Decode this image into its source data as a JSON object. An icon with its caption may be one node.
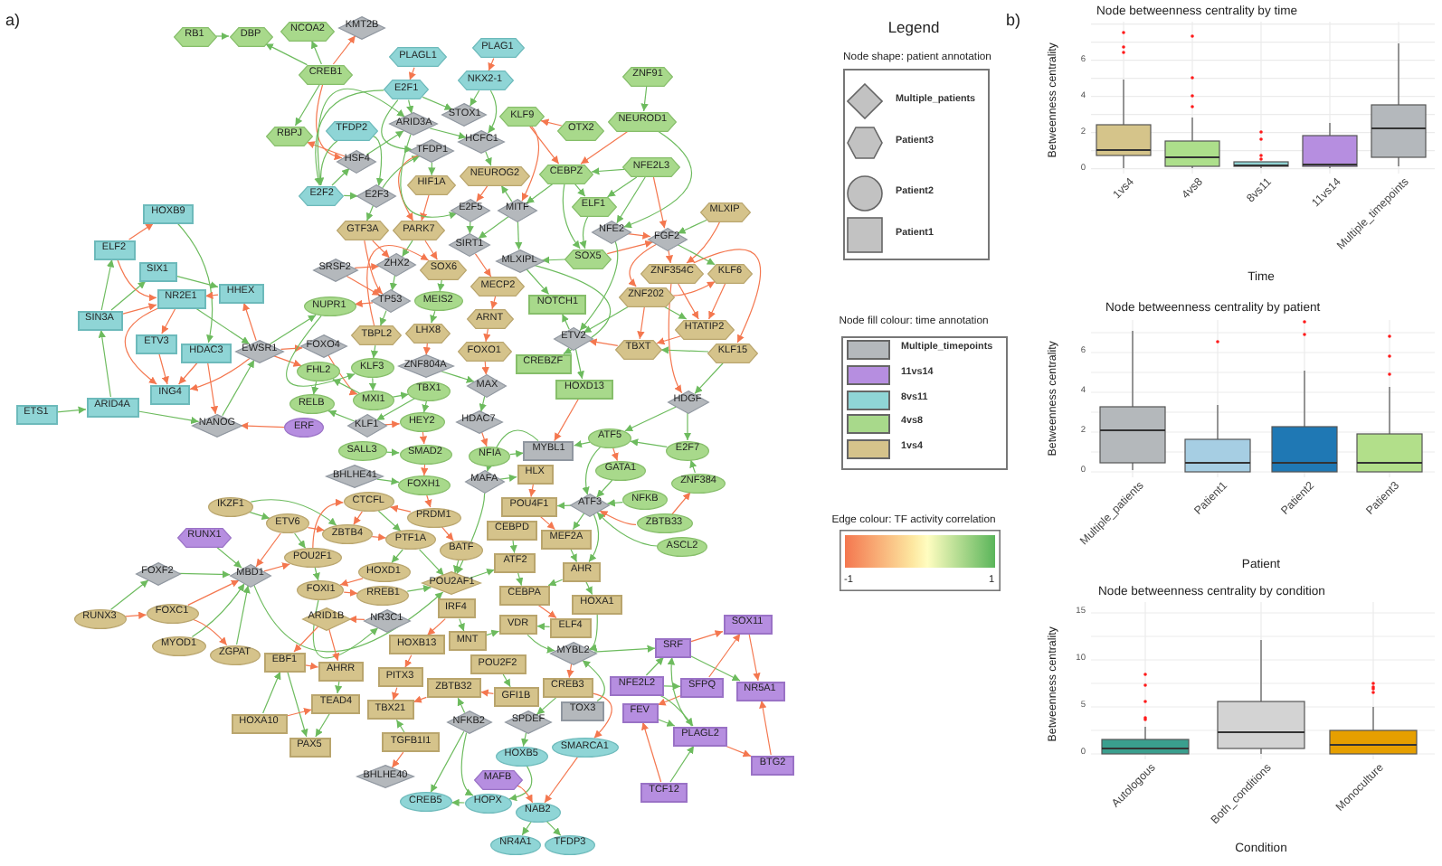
{
  "diagram": {
    "nodes": [
      {
        "text": [
          "RB1"
        ]
      },
      {
        "text": [
          "DBP"
        ]
      },
      {
        "text": [
          "NCOA2"
        ]
      },
      {
        "text": [
          "KMT2B"
        ]
      },
      {
        "text": [
          "PLAG1"
        ]
      },
      {
        "text": [
          "CREB1"
        ]
      },
      {
        "text": [
          "ZNF91"
        ]
      },
      {
        "text": [
          "PLAGL1"
        ]
      },
      {
        "text": [
          "NKX2-1"
        ]
      },
      {
        "text": [
          "NEUROD1"
        ]
      },
      {
        "text": [
          "OTX2"
        ]
      },
      {
        "text": [
          "RBPJ"
        ]
      },
      {
        "text": [
          "TFDP2"
        ]
      },
      {
        "text": [
          "E2F1"
        ]
      },
      {
        "text": [
          "KLF9"
        ]
      },
      {
        "text": [
          "STOX1"
        ]
      },
      {
        "text": [
          "HSF4"
        ]
      },
      {
        "text": [
          "NFE2L3"
        ]
      },
      {
        "text": [
          "CEBPZ"
        ]
      },
      {
        "text": [
          "ARID3A"
        ]
      },
      {
        "text": [
          "HCFC1"
        ]
      },
      {
        "text": [
          "E2F2"
        ]
      },
      {
        "text": [
          "ELF1"
        ]
      },
      {
        "text": [
          "TFDP1"
        ]
      },
      {
        "text": [
          "MLXIP"
        ]
      },
      {
        "text": [
          "HOXB9"
        ]
      },
      {
        "text": [
          "E2F3"
        ]
      },
      {
        "text": [
          "NEUROG2"
        ]
      },
      {
        "text": [
          "NFE2"
        ]
      },
      {
        "text": [
          "HIF1A"
        ]
      },
      {
        "text": [
          "FGF2"
        ]
      },
      {
        "text": [
          "GTF3A"
        ]
      },
      {
        "text": [
          "PARK7"
        ]
      },
      {
        "text": [
          "E2F5"
        ]
      },
      {
        "text": [
          "MITF"
        ]
      },
      {
        "text": [
          "ELF2"
        ]
      },
      {
        "text": [
          "SOX5"
        ]
      },
      {
        "text": [
          "SRSF2"
        ]
      },
      {
        "text": [
          "ZHX2"
        ]
      },
      {
        "text": [
          "SIRT1"
        ]
      },
      {
        "text": [
          "MLXIPL"
        ]
      },
      {
        "text": [
          "SIX1"
        ]
      },
      {
        "text": [
          "KLF6"
        ]
      },
      {
        "text": [
          "ZNF354C"
        ]
      },
      {
        "text": [
          "MECP2"
        ]
      },
      {
        "text": [
          "TP53"
        ]
      },
      {
        "text": [
          "HHEX"
        ]
      },
      {
        "text": [
          "NR2E1"
        ]
      },
      {
        "text": [
          "ZNF202"
        ]
      },
      {
        "text": [
          "NOTCH1"
        ]
      },
      {
        "text": [
          "NUPR1"
        ]
      },
      {
        "text": [
          "SOX6"
        ]
      },
      {
        "text": [
          "ARNT"
        ]
      },
      {
        "text": [
          "TBPL2"
        ]
      },
      {
        "text": [
          "SIN3A"
        ]
      },
      {
        "text": [
          "ETV2"
        ]
      },
      {
        "text": [
          "HTATIP2"
        ]
      },
      {
        "text": [
          "MEIS2"
        ]
      },
      {
        "text": [
          "KLF3"
        ]
      },
      {
        "text": [
          "FOXO1"
        ]
      },
      {
        "text": [
          "ETV3"
        ]
      },
      {
        "text": [
          "TBXT"
        ]
      },
      {
        "text": [
          "KLF15"
        ]
      },
      {
        "text": [
          "EWSR1"
        ]
      },
      {
        "text": [
          "HDAC3"
        ]
      },
      {
        "text": [
          "LHX8"
        ]
      },
      {
        "text": [
          "FOXO4"
        ]
      },
      {
        "text": [
          "CREBZF"
        ]
      },
      {
        "text": [
          "MXI1"
        ]
      },
      {
        "text": [
          "FHL2"
        ]
      },
      {
        "text": [
          "ZNF804A"
        ]
      },
      {
        "text": [
          "MAX"
        ]
      },
      {
        "text": [
          "HOXD13"
        ]
      },
      {
        "text": [
          "ING4"
        ]
      },
      {
        "text": [
          "RELB"
        ]
      },
      {
        "text": [
          "TBX1"
        ]
      },
      {
        "text": [
          "HDAC7"
        ]
      },
      {
        "text": [
          "HDGF"
        ]
      },
      {
        "text": [
          "ARID4A"
        ]
      },
      {
        "text": [
          "ETS1"
        ]
      },
      {
        "text": [
          "KLF1"
        ]
      },
      {
        "text": [
          "ERF"
        ]
      },
      {
        "text": [
          "HEY2"
        ]
      },
      {
        "text": [
          "NFIA"
        ]
      },
      {
        "text": [
          "NANOG"
        ]
      },
      {
        "text": [
          "SMAD2"
        ]
      },
      {
        "text": [
          "SALL3"
        ]
      },
      {
        "text": [
          "ATF5"
        ]
      },
      {
        "text": [
          "E2F7"
        ]
      },
      {
        "text": [
          "MYBL1"
        ]
      },
      {
        "text": [
          "BHLHE41"
        ]
      },
      {
        "text": [
          "FOXH1"
        ]
      },
      {
        "text": [
          "GATA1"
        ]
      },
      {
        "text": [
          "ZNF384"
        ]
      },
      {
        "text": [
          "PRDM1"
        ]
      },
      {
        "text": [
          "MAFA"
        ]
      },
      {
        "text": [
          "CTCFL"
        ]
      },
      {
        "text": [
          "NFKB"
        ]
      },
      {
        "text": [
          "IKZF1"
        ]
      },
      {
        "text": [
          "BATF"
        ]
      },
      {
        "text": [
          "HLX"
        ]
      },
      {
        "text": [
          "ZBTB4"
        ]
      },
      {
        "text": [
          "ZBTB33"
        ]
      },
      {
        "text": [
          "ATF3"
        ]
      },
      {
        "text": [
          "POU4F1"
        ]
      },
      {
        "text": [
          "PTF1A"
        ]
      },
      {
        "text": [
          "ETV6"
        ]
      },
      {
        "text": [
          "RUNX1"
        ]
      },
      {
        "text": [
          "ASCL2"
        ]
      },
      {
        "text": [
          "HOXD1"
        ]
      },
      {
        "text": [
          "MEF2A"
        ]
      },
      {
        "text": [
          "CEBPD"
        ]
      },
      {
        "text": [
          "POU2F1"
        ]
      },
      {
        "text": [
          "AHR"
        ]
      },
      {
        "text": [
          "FOXI1"
        ]
      },
      {
        "text": [
          "POU2AF1"
        ]
      },
      {
        "text": [
          "ATF2"
        ]
      },
      {
        "text": [
          "FOXF2"
        ]
      },
      {
        "text": [
          "MBD1"
        ]
      },
      {
        "text": [
          "RREB1"
        ]
      },
      {
        "text": [
          "NR3C1"
        ]
      },
      {
        "text": [
          "CEBPA"
        ]
      },
      {
        "text": [
          "HOXA1"
        ]
      },
      {
        "text": [
          "IRF4"
        ]
      },
      {
        "text": [
          "ELF4"
        ]
      },
      {
        "text": [
          "FOXC1"
        ]
      },
      {
        "text": [
          "RUNX3"
        ]
      },
      {
        "text": [
          "ARID1B"
        ]
      },
      {
        "text": [
          "MNT"
        ]
      },
      {
        "text": [
          "SOX11"
        ]
      },
      {
        "text": [
          "VDR"
        ]
      },
      {
        "text": [
          "HOXB13"
        ]
      },
      {
        "text": [
          "MYBL2"
        ]
      },
      {
        "text": [
          "MYOD1"
        ]
      },
      {
        "text": [
          "SRF"
        ]
      },
      {
        "text": [
          "POU2F2"
        ]
      },
      {
        "text": [
          "PITX3"
        ]
      },
      {
        "text": [
          "ZGPAT"
        ]
      },
      {
        "text": [
          "EBF1"
        ]
      },
      {
        "text": [
          "CREB3"
        ]
      },
      {
        "text": [
          "GFI1B"
        ]
      },
      {
        "text": [
          "TBX21"
        ]
      },
      {
        "text": [
          "AHRR"
        ]
      },
      {
        "text": [
          "NFE2L2"
        ]
      },
      {
        "text": [
          "ZBTB32"
        ]
      },
      {
        "text": [
          "SFPQ"
        ]
      },
      {
        "text": [
          "NR5A1"
        ]
      },
      {
        "text": [
          "SPDEF"
        ]
      },
      {
        "text": [
          "TEAD4"
        ]
      },
      {
        "text": [
          "TOX3"
        ]
      },
      {
        "text": [
          "TGFB1I1"
        ]
      },
      {
        "text": [
          "FEV"
        ]
      },
      {
        "text": [
          "NFKB2"
        ]
      },
      {
        "text": [
          "HOXA10"
        ]
      },
      {
        "text": [
          "SMARCA1"
        ]
      },
      {
        "text": [
          "HOXB5"
        ]
      },
      {
        "text": [
          "PLAGL2"
        ]
      },
      {
        "text": [
          "PAX5"
        ]
      },
      {
        "text": [
          "BHLHE40"
        ]
      },
      {
        "text": [
          "MAFB"
        ]
      },
      {
        "text": [
          "BTG2"
        ]
      },
      {
        "text": [
          "HOPX"
        ]
      },
      {
        "text": [
          "CREB5"
        ]
      },
      {
        "text": [
          "TCF12"
        ]
      },
      {
        "text": [
          "NAB2"
        ]
      },
      {
        "text": [
          "NR4A1"
        ]
      },
      {
        "text": [
          "TFDP3"
        ]
      }
    ],
    "edges": [
      {
        "from": 79,
        "to": 78,
        "arrow": "to"
      },
      {
        "from": 78,
        "to": 54,
        "arrow": "to"
      },
      {
        "from": 78,
        "to": 84,
        "arrow": "to"
      },
      {
        "from": 54,
        "to": 35,
        "arrow": "to"
      },
      {
        "from": 54,
        "to": 41,
        "arrow": "to"
      },
      {
        "from": 54,
        "to": 47,
        "arrow": "to",
        "color": "#f4774f"
      },
      {
        "from": 35,
        "to": 25,
        "arrow": "to",
        "color": "#f4774f"
      },
      {
        "from": 35,
        "to": 47,
        "arrow": "to",
        "color": "#f4774f"
      },
      {
        "from": 25,
        "to": 64,
        "arrow": "to"
      },
      {
        "from": 41,
        "to": 46,
        "arrow": "to"
      },
      {
        "from": 46,
        "to": 47,
        "arrow": "to",
        "color": "#f4774f"
      },
      {
        "from": 47,
        "to": 60,
        "arrow": "to",
        "color": "#f4774f"
      },
      {
        "from": 47,
        "to": 73,
        "arrow": "to",
        "color": "#f4774f"
      },
      {
        "from": 60,
        "to": 73,
        "arrow": "to",
        "color": "#f4774f"
      },
      {
        "from": 64,
        "to": 73,
        "arrow": "to",
        "color": "#f4774f"
      },
      {
        "from": 64,
        "to": 84,
        "arrow": "to",
        "color": "#f4774f"
      },
      {
        "from": 63,
        "to": 46,
        "arrow": "to",
        "color": "#f4774f"
      },
      {
        "from": 63,
        "to": 73,
        "arrow": "to",
        "color": "#f4774f"
      },
      {
        "from": 47,
        "to": 63,
        "arrow": "to"
      },
      {
        "from": 84,
        "to": 63,
        "arrow": "to"
      },
      {
        "from": 81,
        "to": 84,
        "arrow": "to",
        "color": "#f4774f"
      },
      {
        "from": 63,
        "to": 50,
        "arrow": "to"
      },
      {
        "from": 63,
        "to": 66,
        "arrow": "to",
        "color": "#f4774f"
      },
      {
        "from": 63,
        "to": 69,
        "arrow": "to",
        "color": "#f4774f"
      },
      {
        "from": 0,
        "to": 1,
        "arrow": "to"
      },
      {
        "from": 5,
        "to": 1,
        "arrow": "to"
      },
      {
        "from": 5,
        "to": 3,
        "arrow": "to",
        "color": "#f4774f"
      },
      {
        "from": 5,
        "to": 11,
        "arrow": "to"
      },
      {
        "from": 5,
        "to": 16,
        "arrow": "to",
        "color": "#f4774f"
      },
      {
        "from": 5,
        "to": 2,
        "arrow": "to"
      },
      {
        "from": 4,
        "to": 8,
        "arrow": "to",
        "color": "#f4774f"
      },
      {
        "from": 7,
        "to": 13,
        "arrow": "to",
        "color": "#f4774f"
      },
      {
        "from": 8,
        "to": 15,
        "arrow": "to"
      },
      {
        "from": 8,
        "to": 20,
        "arrow": "to"
      },
      {
        "from": 16,
        "to": 11,
        "arrow": "to",
        "color": "#f4774f"
      },
      {
        "from": 12,
        "to": 21,
        "arrow": "to"
      },
      {
        "from": 12,
        "to": 26,
        "arrow": "to"
      },
      {
        "from": 13,
        "to": 21,
        "arrow": "to"
      },
      {
        "from": 13,
        "to": 19,
        "arrow": "to"
      },
      {
        "from": 13,
        "to": 23,
        "arrow": "to"
      },
      {
        "from": 13,
        "to": 15,
        "arrow": "to"
      },
      {
        "from": 21,
        "to": 19,
        "arrow": "to"
      },
      {
        "from": 21,
        "to": 16,
        "arrow": "to"
      },
      {
        "from": 16,
        "to": 19,
        "arrow": "to"
      },
      {
        "from": 26,
        "to": 23,
        "arrow": "to"
      },
      {
        "from": 21,
        "to": 26,
        "arrow": "to"
      },
      {
        "from": 19,
        "to": 20,
        "arrow": "to"
      },
      {
        "from": 20,
        "to": 27,
        "arrow": "to"
      },
      {
        "from": 23,
        "to": 29,
        "arrow": "to"
      },
      {
        "from": 10,
        "to": 14,
        "arrow": "to",
        "color": "#f4774f"
      },
      {
        "from": 14,
        "to": 18,
        "arrow": "to",
        "color": "#f4774f"
      },
      {
        "from": 14,
        "to": 34,
        "arrow": "to",
        "color": "#f4774f"
      },
      {
        "from": 6,
        "to": 9,
        "arrow": "to"
      },
      {
        "from": 9,
        "to": 18,
        "arrow": "to",
        "color": "#f4774f"
      },
      {
        "from": 9,
        "to": 28,
        "arrow": "to"
      },
      {
        "from": 17,
        "to": 18,
        "arrow": "to"
      },
      {
        "from": 17,
        "to": 22,
        "arrow": "to"
      },
      {
        "from": 17,
        "to": 30,
        "arrow": "to",
        "color": "#f4774f"
      },
      {
        "from": 17,
        "to": 28,
        "arrow": "to"
      },
      {
        "from": 18,
        "to": 22,
        "arrow": "to"
      },
      {
        "from": 18,
        "to": 36,
        "arrow": "to"
      },
      {
        "from": 22,
        "to": 36,
        "arrow": "to"
      },
      {
        "from": 18,
        "to": 34,
        "arrow": "to"
      },
      {
        "from": 24,
        "to": 30,
        "arrow": "to"
      },
      {
        "from": 24,
        "to": 43,
        "arrow": "to",
        "color": "#f4774f"
      },
      {
        "from": 36,
        "to": 30,
        "arrow": "to",
        "color": "#f4774f"
      },
      {
        "from": 28,
        "to": 30,
        "arrow": "to",
        "color": "#f4774f"
      },
      {
        "from": 30,
        "to": 42,
        "arrow": "to"
      },
      {
        "from": 30,
        "to": 43,
        "arrow": "to",
        "color": "#f4774f"
      },
      {
        "from": 30,
        "to": 48,
        "arrow": "to",
        "color": "#f4774f"
      },
      {
        "from": 43,
        "to": 56,
        "arrow": "to",
        "color": "#f4774f"
      },
      {
        "from": 43,
        "to": 62,
        "arrow": "to",
        "color": "#f4774f"
      },
      {
        "from": 42,
        "to": 56,
        "arrow": "to",
        "color": "#f4774f"
      },
      {
        "from": 48,
        "to": 42,
        "arrow": "to",
        "color": "#f4774f"
      },
      {
        "from": 48,
        "to": 55,
        "arrow": "to"
      },
      {
        "from": 48,
        "to": 61,
        "arrow": "to",
        "color": "#f4774f"
      },
      {
        "from": 48,
        "to": 56,
        "arrow": "to"
      },
      {
        "from": 56,
        "to": 61,
        "arrow": "to",
        "color": "#f4774f"
      },
      {
        "from": 62,
        "to": 61,
        "arrow": "to"
      },
      {
        "from": 62,
        "to": 77,
        "arrow": "to"
      },
      {
        "from": 61,
        "to": 55,
        "arrow": "to",
        "color": "#f4774f"
      },
      {
        "from": 55,
        "to": 72,
        "arrow": "to"
      },
      {
        "from": 43,
        "to": 77,
        "arrow": "to",
        "color": "#f4774f"
      },
      {
        "from": 28,
        "to": 55,
        "arrow": "to"
      },
      {
        "from": 36,
        "to": 40,
        "arrow": "to"
      },
      {
        "from": 77,
        "to": 87,
        "arrow": "to"
      },
      {
        "from": 77,
        "to": 88,
        "arrow": "to"
      },
      {
        "from": 72,
        "to": 89,
        "arrow": "to",
        "color": "#f4774f"
      },
      {
        "from": 55,
        "to": 49,
        "arrow": "to"
      },
      {
        "from": 34,
        "to": 40,
        "arrow": "to"
      },
      {
        "from": 34,
        "to": 39,
        "arrow": "to"
      },
      {
        "from": 34,
        "to": 27,
        "arrow": "to"
      },
      {
        "from": 27,
        "to": 33,
        "arrow": "to",
        "color": "#f4774f"
      },
      {
        "from": 29,
        "to": 32,
        "arrow": "to",
        "color": "#f4774f"
      },
      {
        "from": 31,
        "to": 38,
        "arrow": "to",
        "color": "#f4774f"
      },
      {
        "from": 32,
        "to": 38,
        "arrow": "to"
      },
      {
        "from": 32,
        "to": 51,
        "arrow": "to",
        "color": "#f4774f"
      },
      {
        "from": 33,
        "to": 39,
        "arrow": "to"
      },
      {
        "from": 37,
        "to": 38,
        "arrow": "to",
        "color": "#f4774f"
      },
      {
        "from": 37,
        "to": 45,
        "arrow": "to",
        "color": "#f4774f"
      },
      {
        "from": 38,
        "to": 45,
        "arrow": "to"
      },
      {
        "from": 39,
        "to": 44,
        "arrow": "to",
        "color": "#f4774f"
      },
      {
        "from": 45,
        "to": 53,
        "arrow": "to"
      },
      {
        "from": 45,
        "to": 50,
        "arrow": "to",
        "color": "#f4774f"
      },
      {
        "from": 44,
        "to": 52,
        "arrow": "to",
        "color": "#f4774f"
      },
      {
        "from": 51,
        "to": 57,
        "arrow": "to"
      },
      {
        "from": 52,
        "to": 59,
        "arrow": "to",
        "color": "#f4774f"
      },
      {
        "from": 53,
        "to": 58,
        "arrow": "to"
      },
      {
        "from": 57,
        "to": 65,
        "arrow": "to"
      },
      {
        "from": 58,
        "to": 68,
        "arrow": "to"
      },
      {
        "from": 59,
        "to": 71,
        "arrow": "to",
        "color": "#f4774f"
      },
      {
        "from": 65,
        "to": 70,
        "arrow": "to",
        "color": "#f4774f"
      },
      {
        "from": 66,
        "to": 68,
        "arrow": "to",
        "color": "#f4774f"
      },
      {
        "from": 68,
        "to": 69,
        "arrow": "to"
      },
      {
        "from": 68,
        "to": 75,
        "arrow": "to"
      },
      {
        "from": 70,
        "to": 71,
        "arrow": "to"
      },
      {
        "from": 71,
        "to": 76,
        "arrow": "to"
      },
      {
        "from": 69,
        "to": 74,
        "arrow": "to"
      },
      {
        "from": 75,
        "to": 82,
        "arrow": "to"
      },
      {
        "from": 76,
        "to": 83,
        "arrow": "to",
        "color": "#f4774f"
      },
      {
        "from": 80,
        "to": 74,
        "arrow": "to"
      },
      {
        "from": 80,
        "to": 82,
        "arrow": "to",
        "color": "#f4774f"
      },
      {
        "from": 82,
        "to": 85,
        "arrow": "to",
        "color": "#f4774f"
      },
      {
        "from": 86,
        "to": 85,
        "arrow": "to"
      },
      {
        "from": 75,
        "to": 80,
        "arrow": "to"
      },
      {
        "from": 40,
        "to": 67,
        "arrow": "to"
      },
      {
        "from": 50,
        "to": 58,
        "arrow": "to"
      },
      {
        "from": 53,
        "to": 51,
        "arrow": "to",
        "color": "#f4774f"
      },
      {
        "from": 31,
        "to": 45,
        "arrow": "to",
        "color": "#f4774f"
      },
      {
        "from": 26,
        "to": 31,
        "arrow": "to"
      },
      {
        "from": 23,
        "to": 32,
        "arrow": "to",
        "color": "#f4774f"
      },
      {
        "from": 19,
        "to": 33,
        "arrow": "to"
      },
      {
        "from": 40,
        "to": 49,
        "arrow": "to"
      },
      {
        "from": 85,
        "to": 91,
        "arrow": "to",
        "color": "#f4774f"
      },
      {
        "from": 90,
        "to": 91,
        "arrow": "to"
      },
      {
        "from": 91,
        "to": 94,
        "arrow": "to",
        "color": "#f4774f"
      },
      {
        "from": 94,
        "to": 96,
        "arrow": "to",
        "color": "#f4774f"
      },
      {
        "from": 94,
        "to": 99,
        "arrow": "to",
        "color": "#f4774f"
      },
      {
        "from": 95,
        "to": 100,
        "arrow": "to"
      },
      {
        "from": 95,
        "to": 115,
        "arrow": "to"
      },
      {
        "from": 96,
        "to": 101,
        "arrow": "to",
        "color": "#f4774f"
      },
      {
        "from": 96,
        "to": 105,
        "arrow": "to"
      },
      {
        "from": 98,
        "to": 106,
        "arrow": "to"
      },
      {
        "from": 98,
        "to": 101,
        "arrow": "to"
      },
      {
        "from": 106,
        "to": 101,
        "arrow": "to",
        "color": "#f4774f"
      },
      {
        "from": 106,
        "to": 112,
        "arrow": "to"
      },
      {
        "from": 106,
        "to": 118,
        "arrow": "to",
        "color": "#f4774f"
      },
      {
        "from": 101,
        "to": 105,
        "arrow": "to",
        "color": "#f4774f"
      },
      {
        "from": 105,
        "to": 109,
        "arrow": "to"
      },
      {
        "from": 105,
        "to": 115,
        "arrow": "to"
      },
      {
        "from": 109,
        "to": 114,
        "arrow": "to",
        "color": "#f4774f"
      },
      {
        "from": 112,
        "to": 96,
        "arrow": "to",
        "color": "#f4774f"
      },
      {
        "from": 112,
        "to": 114,
        "arrow": "to"
      },
      {
        "from": 114,
        "to": 119,
        "arrow": "to",
        "color": "#f4774f"
      },
      {
        "from": 119,
        "to": 115,
        "arrow": "to"
      },
      {
        "from": 118,
        "to": 112,
        "arrow": "to",
        "color": "#f4774f"
      },
      {
        "from": 118,
        "to": 115,
        "arrow": "to"
      },
      {
        "from": 114,
        "to": 120,
        "arrow": "to"
      },
      {
        "from": 120,
        "to": 127,
        "arrow": "to",
        "color": "#f4774f"
      },
      {
        "from": 115,
        "to": 116,
        "arrow": "to"
      },
      {
        "from": 99,
        "to": 115,
        "arrow": "to"
      },
      {
        "from": 100,
        "to": 104,
        "arrow": "to",
        "color": "#f4774f"
      },
      {
        "from": 104,
        "to": 110,
        "arrow": "to",
        "color": "#f4774f"
      },
      {
        "from": 111,
        "to": 116,
        "arrow": "to"
      },
      {
        "from": 116,
        "to": 121,
        "arrow": "to"
      },
      {
        "from": 110,
        "to": 113,
        "arrow": "to"
      },
      {
        "from": 103,
        "to": 113,
        "arrow": "to"
      },
      {
        "from": 103,
        "to": 110,
        "arrow": "to"
      },
      {
        "from": 103,
        "to": 104,
        "arrow": "to"
      },
      {
        "from": 87,
        "to": 103,
        "arrow": "to"
      },
      {
        "from": 87,
        "to": 92,
        "arrow": "to",
        "color": "#f4774f"
      },
      {
        "from": 88,
        "to": 87,
        "arrow": "to"
      },
      {
        "from": 92,
        "to": 103,
        "arrow": "to"
      },
      {
        "from": 97,
        "to": 103,
        "arrow": "to"
      },
      {
        "from": 102,
        "to": 103,
        "arrow": "to",
        "color": "#f4774f"
      },
      {
        "from": 102,
        "to": 93,
        "arrow": "to",
        "color": "#f4774f"
      },
      {
        "from": 108,
        "to": 103,
        "arrow": "to"
      },
      {
        "from": 93,
        "to": 88,
        "arrow": "to"
      },
      {
        "from": 113,
        "to": 122,
        "arrow": "to"
      },
      {
        "from": 121,
        "to": 124,
        "arrow": "to",
        "color": "#f4774f"
      },
      {
        "from": 113,
        "to": 121,
        "arrow": "to"
      },
      {
        "from": 123,
        "to": 128,
        "arrow": "to"
      },
      {
        "from": 123,
        "to": 131,
        "arrow": "to",
        "color": "#f4774f"
      },
      {
        "from": 128,
        "to": 130,
        "arrow": "to"
      },
      {
        "from": 124,
        "to": 130,
        "arrow": "to"
      },
      {
        "from": 130,
        "to": 132,
        "arrow": "to"
      },
      {
        "from": 122,
        "to": 132,
        "arrow": "to"
      },
      {
        "from": 132,
        "to": 139,
        "arrow": "to",
        "color": "#f4774f"
      },
      {
        "from": 132,
        "to": 134,
        "arrow": "to"
      },
      {
        "from": 131,
        "to": 136,
        "arrow": "to",
        "color": "#f4774f"
      },
      {
        "from": 136,
        "to": 141,
        "arrow": "to",
        "color": "#f4774f"
      },
      {
        "from": 135,
        "to": 140,
        "arrow": "to"
      },
      {
        "from": 140,
        "to": 144,
        "arrow": "to",
        "color": "#f4774f"
      },
      {
        "from": 144,
        "to": 141,
        "arrow": "to",
        "color": "#f4774f"
      },
      {
        "from": 150,
        "to": 141,
        "arrow": "to"
      },
      {
        "from": 150,
        "to": 158,
        "arrow": "to",
        "color": "#f4774f"
      },
      {
        "from": 127,
        "to": 138,
        "arrow": "to",
        "color": "#f4774f"
      },
      {
        "from": 127,
        "to": 142,
        "arrow": "to",
        "color": "#f4774f"
      },
      {
        "from": 138,
        "to": 142,
        "arrow": "to",
        "color": "#f4774f"
      },
      {
        "from": 138,
        "to": 157,
        "arrow": "to"
      },
      {
        "from": 153,
        "to": 138,
        "arrow": "to"
      },
      {
        "from": 153,
        "to": 148,
        "arrow": "to",
        "color": "#f4774f"
      },
      {
        "from": 148,
        "to": 157,
        "arrow": "to"
      },
      {
        "from": 142,
        "to": 148,
        "arrow": "to"
      },
      {
        "from": 152,
        "to": 162,
        "arrow": "to"
      },
      {
        "from": 152,
        "to": 161,
        "arrow": "to"
      },
      {
        "from": 152,
        "to": 144,
        "arrow": "to"
      },
      {
        "from": 147,
        "to": 155,
        "arrow": "to"
      },
      {
        "from": 155,
        "to": 161,
        "arrow": "to"
      },
      {
        "from": 159,
        "to": 164,
        "arrow": "to",
        "color": "#f4774f"
      },
      {
        "from": 164,
        "to": 165,
        "arrow": "to"
      },
      {
        "from": 164,
        "to": 166,
        "arrow": "to"
      },
      {
        "from": 154,
        "to": 164,
        "arrow": "to",
        "color": "#f4774f"
      },
      {
        "from": 149,
        "to": 132,
        "arrow": "to"
      },
      {
        "from": 139,
        "to": 147,
        "arrow": "to"
      },
      {
        "from": 139,
        "to": 154,
        "arrow": "to",
        "color": "#f4774f"
      },
      {
        "from": 161,
        "to": 162,
        "arrow": "to"
      },
      {
        "from": 133,
        "to": 118,
        "arrow": "to"
      },
      {
        "from": 137,
        "to": 118,
        "arrow": "to"
      },
      {
        "from": 125,
        "to": 118,
        "arrow": "to",
        "color": "#f4774f"
      },
      {
        "from": 117,
        "to": 118,
        "arrow": "to"
      },
      {
        "from": 107,
        "to": 118,
        "arrow": "to"
      },
      {
        "from": 126,
        "to": 117,
        "arrow": "to"
      },
      {
        "from": 126,
        "to": 125,
        "arrow": "to",
        "color": "#f4774f"
      },
      {
        "from": 125,
        "to": 137,
        "arrow": "to",
        "color": "#f4774f"
      },
      {
        "from": 134,
        "to": 129,
        "arrow": "to",
        "color": "#f4774f"
      },
      {
        "from": 134,
        "to": 146,
        "arrow": "to"
      },
      {
        "from": 129,
        "to": 146,
        "arrow": "to",
        "color": "#f4774f"
      },
      {
        "from": 143,
        "to": 134,
        "arrow": "to"
      },
      {
        "from": 143,
        "to": 145,
        "arrow": "to"
      },
      {
        "from": 145,
        "to": 129,
        "arrow": "to",
        "color": "#f4774f"
      },
      {
        "from": 145,
        "to": 151,
        "arrow": "to",
        "color": "#f4774f"
      },
      {
        "from": 156,
        "to": 134,
        "arrow": "to"
      },
      {
        "from": 151,
        "to": 156,
        "arrow": "to"
      },
      {
        "from": 143,
        "to": 156,
        "arrow": "to"
      },
      {
        "from": 156,
        "to": 160,
        "arrow": "to",
        "color": "#f4774f"
      },
      {
        "from": 160,
        "to": 146,
        "arrow": "to",
        "color": "#f4774f"
      },
      {
        "from": 163,
        "to": 151,
        "arrow": "to",
        "color": "#f4774f"
      },
      {
        "from": 163,
        "to": 156,
        "arrow": "to"
      },
      {
        "from": 87,
        "to": 89,
        "arrow": "to"
      },
      {
        "from": 83,
        "to": 89,
        "arrow": "to"
      },
      {
        "from": 89,
        "to": 95,
        "arrow": "to"
      }
    ],
    "labels": [
      "a)",
      "Legend",
      "Node shape: patient annotation",
      "Node fill colour: time annotation",
      "Edge colour: TF activity correlation",
      "-1",
      "1",
      "b)",
      "Node betweenness centrality by time",
      "Betweenness centrality",
      "6",
      "4",
      "2",
      "0",
      "1vs4",
      "4vs8",
      "8vs11",
      "11vs14",
      "Multiple_timepoints",
      "Time",
      "Node betweenness centrality by patient",
      "Betweenness centrality",
      "6",
      "4",
      "2",
      "0",
      "Multiple_patients",
      "Patient1",
      "Patient2",
      "Patient3",
      "Patient",
      "Node betweenness centrality by condition",
      "Betweenness centrality",
      "15",
      "10",
      "5",
      "0",
      "Autologous",
      "Both_conditions",
      "Monoculture",
      "Condition"
    ],
    "legend": [
      {
        "text": "Multiple_patients"
      },
      {
        "text": "Patient3"
      },
      {
        "text": "Patient2"
      },
      {
        "text": "Patient1"
      },
      {
        "text": "Multiple_timepoints",
        "color": "#b4b8bc"
      },
      {
        "text": "11vs14",
        "color": "#b68ee0"
      },
      {
        "text": "8vs11",
        "color": "#8fd5d6"
      },
      {
        "text": "4vs8",
        "color": "#a8d98b"
      },
      {
        "text": "1vs4",
        "color": "#d5c38b"
      }
    ]
  }
}
